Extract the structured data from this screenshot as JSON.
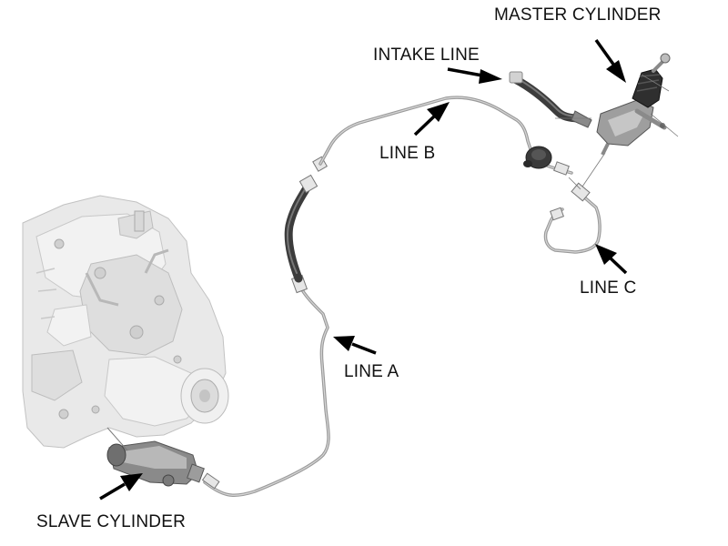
{
  "labels": {
    "master_cylinder": "MASTER CYLINDER",
    "intake_line": "INTAKE LINE",
    "line_b": "LINE B",
    "line_c": "LINE C",
    "line_a": "LINE A",
    "slave_cylinder": "SLAVE CYLINDER"
  },
  "colors": {
    "background": "#ffffff",
    "text": "#111111",
    "arrow": "#000000",
    "metal_line": "#9a9a9a",
    "rubber_hose": "#3c3c3c",
    "gearbox": "#e9e9e9"
  },
  "icons": [
    "arrow-pointer-icon"
  ]
}
